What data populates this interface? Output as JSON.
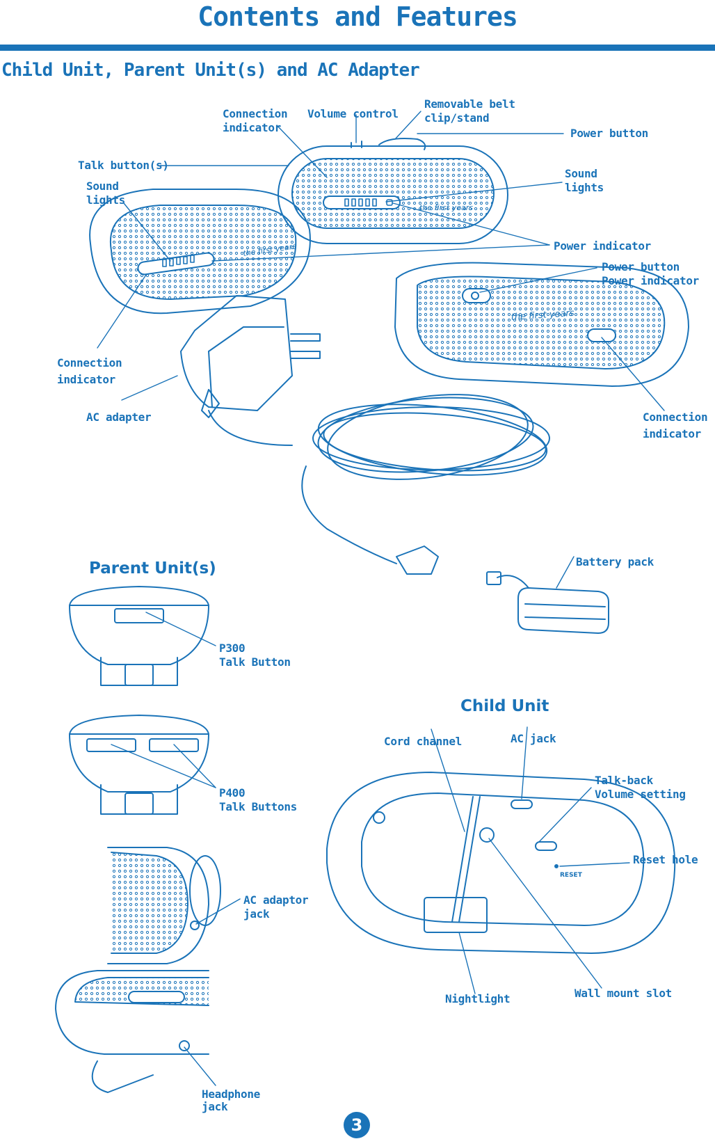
{
  "header": {
    "title": "Contents and Features"
  },
  "section_title": "Child Unit, Parent Unit(s) and AC Adapter",
  "subheadings": {
    "parent_units": "Parent Unit(s)",
    "child_unit": "Child Unit"
  },
  "labels": {
    "connection_indicator_top": [
      "Connection",
      "indicator"
    ],
    "volume_control": [
      "Volume control"
    ],
    "removable_belt_clip": [
      "Removable belt",
      "clip/stand"
    ],
    "power_button_top": [
      "Power button"
    ],
    "talk_buttons": [
      "Talk button(s)"
    ],
    "sound_lights_left": [
      "Sound",
      "lights"
    ],
    "sound_lights_right": [
      "Sound",
      "lights"
    ],
    "power_indicator": [
      "Power indicator"
    ],
    "power_button_power_indicator": [
      "Power button",
      "Power indicator"
    ],
    "connection_indicator_left": [
      "Connection",
      "indicator"
    ],
    "ac_adapter": [
      "AC adapter"
    ],
    "connection_indicator_right": [
      "Connection",
      "indicator"
    ],
    "battery_pack": [
      "Battery pack"
    ],
    "p300_talk_button": [
      "P300",
      "Talk Button"
    ],
    "p400_talk_buttons": [
      "P400",
      "Talk Buttons"
    ],
    "ac_adaptor_jack": [
      "AC adaptor",
      "jack"
    ],
    "headphone_jack": [
      "Headphone",
      "jack"
    ],
    "cord_channel": [
      "Cord channel"
    ],
    "ac_jack": [
      "AC jack"
    ],
    "talkback_volume": [
      "Talk-back",
      "Volume setting"
    ],
    "reset_hole": [
      "Reset hole"
    ],
    "nightlight": [
      "Nightlight"
    ],
    "wall_mount_slot": [
      "Wall mount slot"
    ]
  },
  "device_markings": {
    "brand": "the first years",
    "reset": "RESET"
  },
  "page_number": "3",
  "colors": {
    "accent": "#1a73b8"
  }
}
